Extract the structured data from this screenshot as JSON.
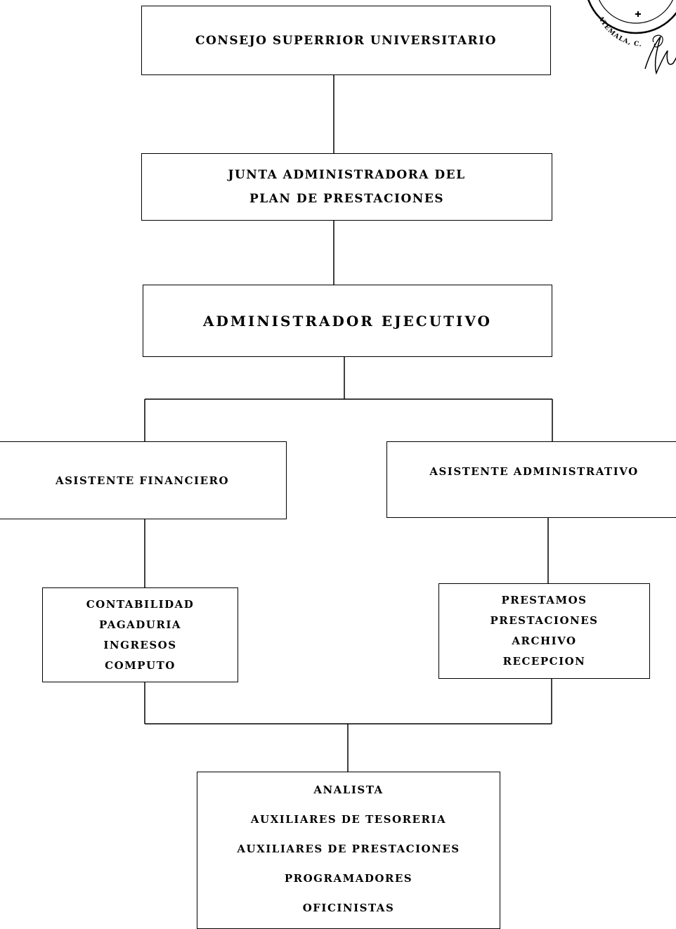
{
  "chart": {
    "consejo": "CONSEJO SUPERRIOR UNIVERSITARIO",
    "junta": {
      "line1": "JUNTA ADMINISTRADORA DEL",
      "line2": "PLAN DE PRESTACIONES"
    },
    "administrador": "ADMINISTRADOR EJECUTIVO",
    "asistente_financiero": "ASISTENTE FINANCIERO",
    "asistente_administrativo": "ASISTENTE ADMINISTRATIVO",
    "finanzas_units": [
      "CONTABILIDAD",
      "PAGADURIA",
      "INGRESOS",
      "COMPUTO"
    ],
    "admin_units": [
      "PRESTAMOS",
      "PRESTACIONES",
      "ARCHIVO",
      "RECEPCION"
    ],
    "staff": [
      "ANALISTA",
      "AUXILIARES DE TESORERIA",
      "AUXILIARES DE PRESTACIONES",
      "PROGRAMADORES",
      "OFICINISTAS"
    ]
  },
  "seal": {
    "text": "ATEMALA, C."
  }
}
